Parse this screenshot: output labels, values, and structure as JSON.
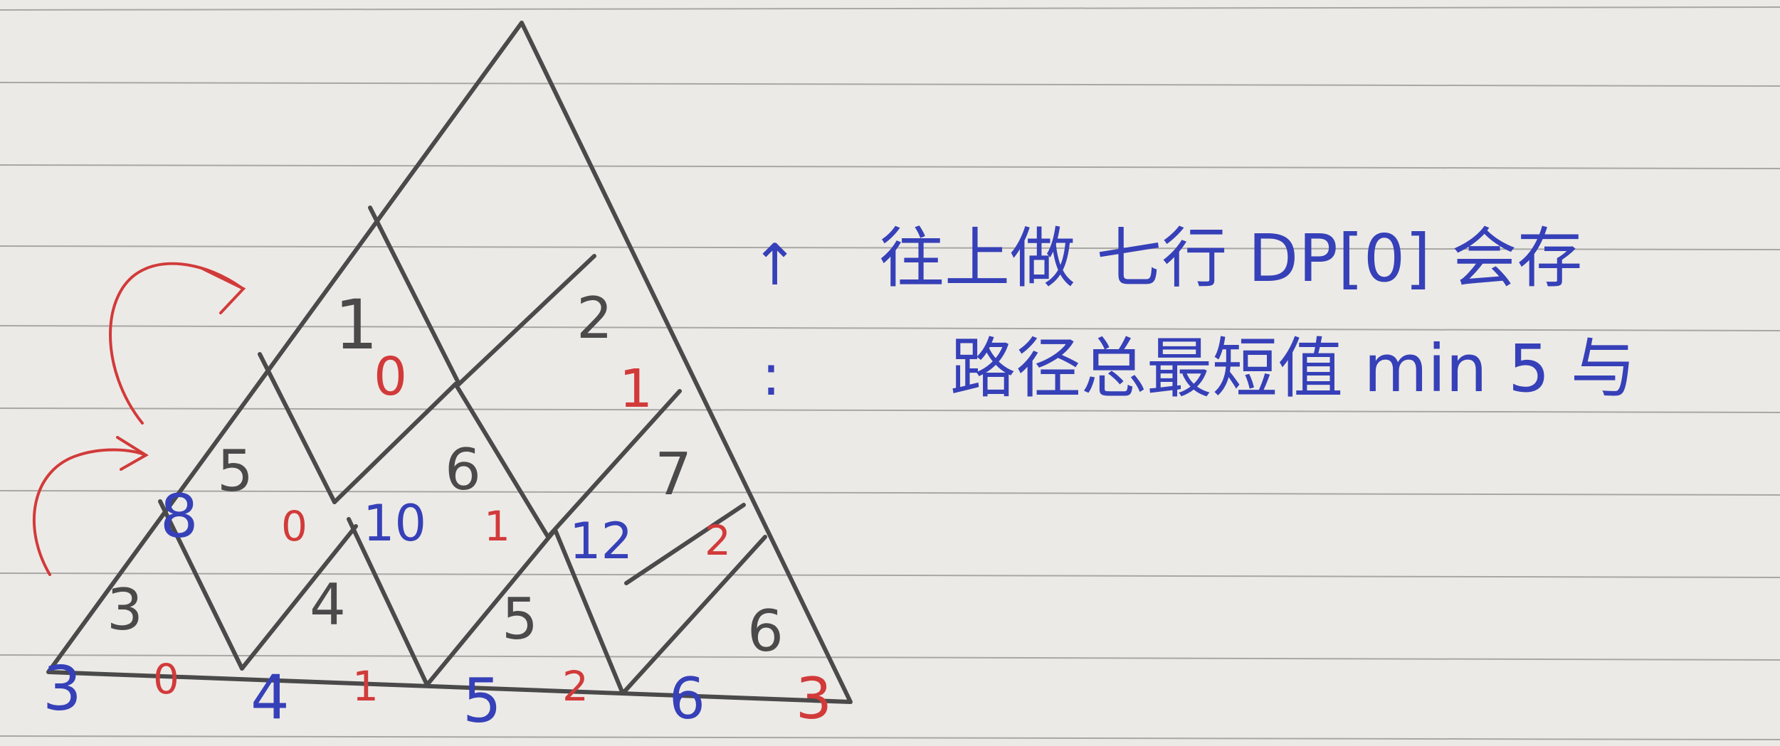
{
  "paper": {
    "background": "#eceae6",
    "rule_color": "#a9a7a4"
  },
  "ink": {
    "pencil": "#4a4a4a",
    "red": "#d23a3a",
    "blue": "#3640b8"
  },
  "triangle": {
    "row_pairs": [
      {
        "label": "1",
        "weight": "0"
      },
      {
        "label": "2",
        "weight": "1"
      },
      {
        "label": "5",
        "weight": "0"
      },
      {
        "label": "6",
        "weight": "1"
      },
      {
        "label": "7",
        "weight": "2"
      },
      {
        "label": "3",
        "weight": "0"
      },
      {
        "label": "4",
        "weight": "1"
      },
      {
        "label": "5",
        "weight": "2"
      },
      {
        "label": "6",
        "weight": "3"
      }
    ],
    "blue_values": [
      "8",
      "10",
      "12",
      "3",
      "4",
      "5",
      "6"
    ]
  },
  "note": {
    "arrow": "↑",
    "ellipsis": ":",
    "line1": "往上做 七行 DP[0] 会存",
    "line2": "路径总最短值 min 5 与"
  }
}
